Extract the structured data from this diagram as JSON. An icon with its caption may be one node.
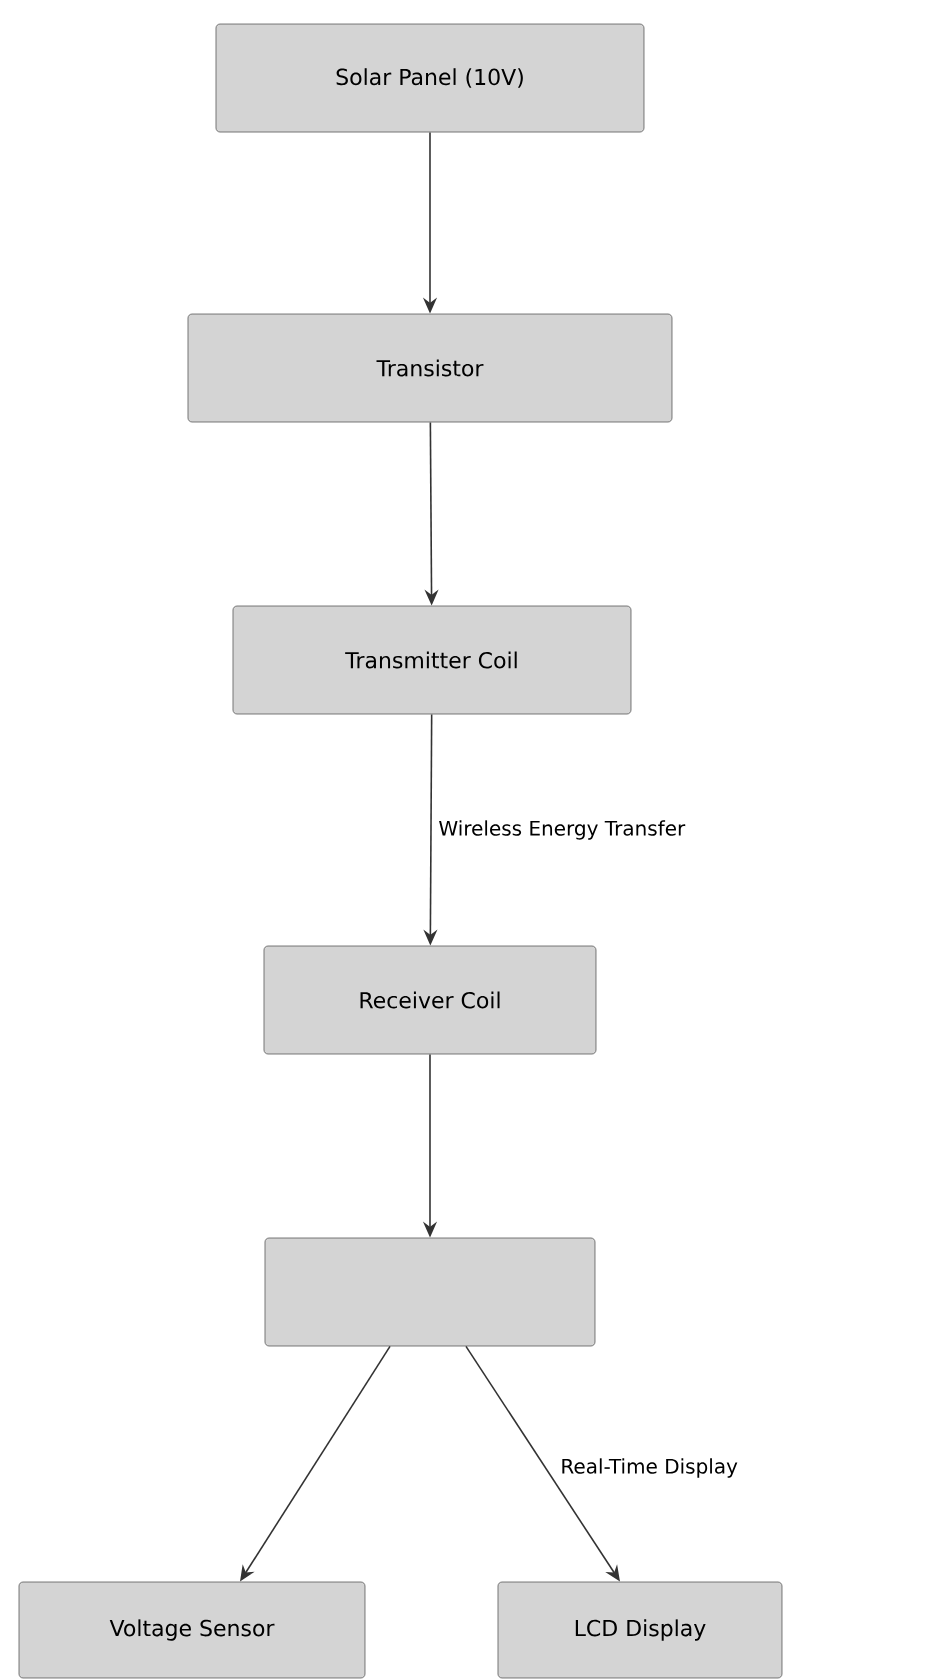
{
  "diagram": {
    "nodes": [
      {
        "text": [
          "Solar Panel (10V)"
        ]
      },
      {
        "text": [
          "Transistor"
        ]
      },
      {
        "text": [
          "Transmitter Coil"
        ]
      },
      {
        "text": [
          "Receiver Coil"
        ]
      },
      {
        "text": [],
        "shape": "box"
      },
      {
        "text": [
          "Voltage Sensor"
        ]
      },
      {
        "text": [
          "LCD Display"
        ]
      }
    ],
    "edges": [
      {
        "from": 0,
        "to": 1,
        "arrow": "to"
      },
      {
        "from": 1,
        "to": 2,
        "arrow": "to"
      },
      {
        "from": 2,
        "to": 3,
        "arrow": "to",
        "label": "Wireless Energy Transfer"
      },
      {
        "from": 3,
        "to": 4,
        "arrow": "to"
      },
      {
        "from": 4,
        "to": 5,
        "arrow": "to"
      },
      {
        "from": 4,
        "to": 6,
        "arrow": "to",
        "label": "Real-Time Display"
      }
    ]
  }
}
